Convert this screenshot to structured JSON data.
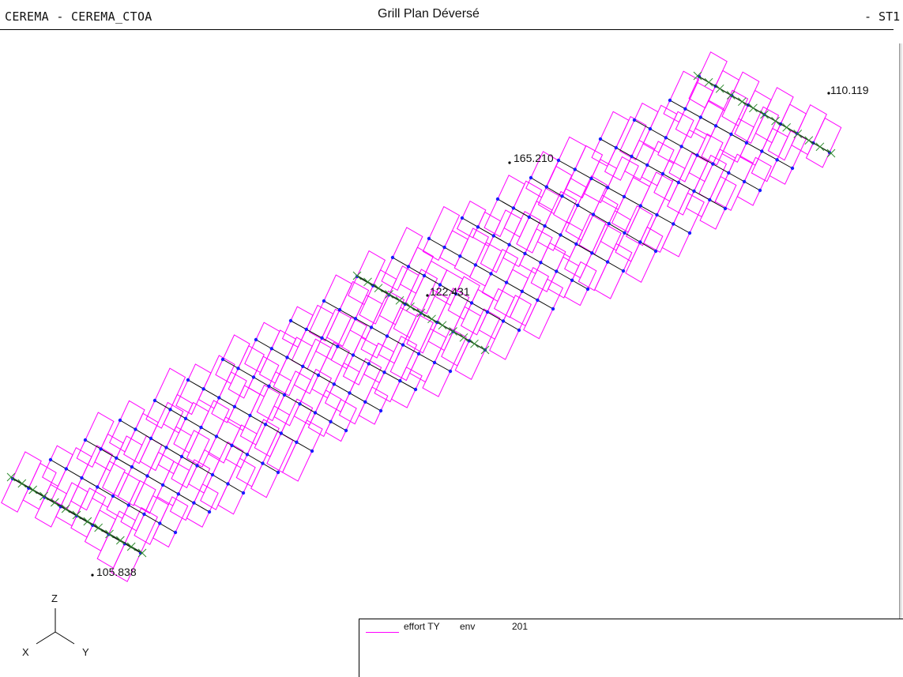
{
  "header": {
    "left_title": "CEREMA - CEREMA_CTOA",
    "center_title": "Grill Plan Déversé",
    "right_title": "- ST1"
  },
  "colors": {
    "envelope": "#ff00ff",
    "beam": "#000000",
    "node": "#1a1aff",
    "support": "#2e8b2e",
    "text": "#111111"
  },
  "labels": {
    "top_right": "110.119",
    "upper_mid": "165.210",
    "center": "122.431",
    "bottom_left": "105.838"
  },
  "axes": {
    "z": "Z",
    "x": "X",
    "y": "Y"
  },
  "legend": {
    "name": "effort TY",
    "mode": "env",
    "number": "201"
  }
}
